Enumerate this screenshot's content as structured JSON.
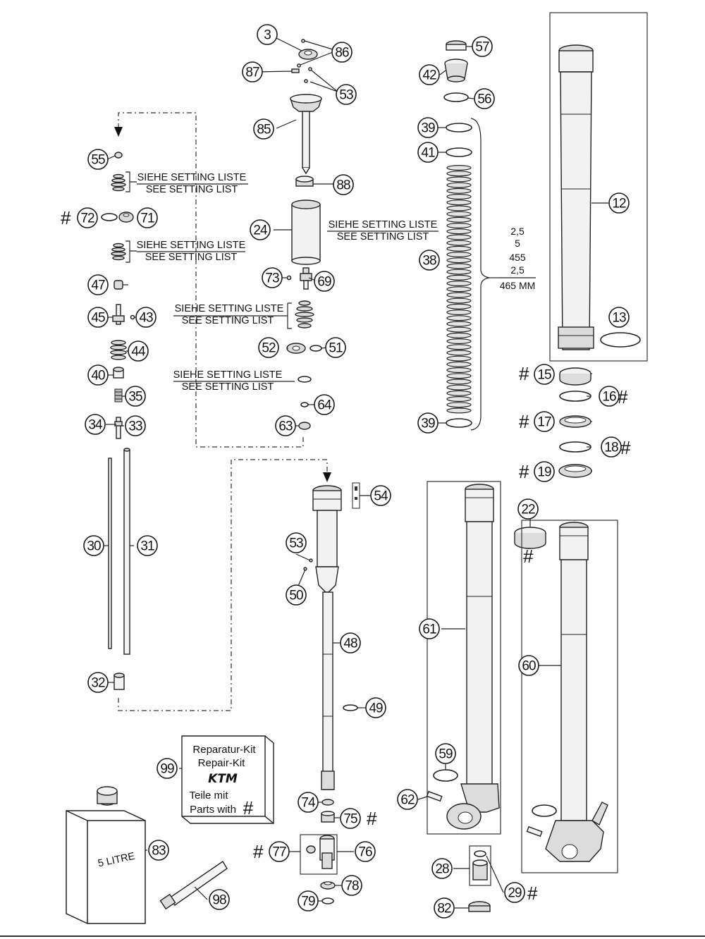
{
  "notes": {
    "setting_de": "SIEHE SETTING LISTE",
    "setting_en": "SEE SETTING LIST"
  },
  "spring_spec": [
    "2,5",
    "5",
    "455",
    "2,5",
    "465 MM"
  ],
  "repair_kit": {
    "line1": "Reparatur-Kit",
    "line2": "Repair-Kit",
    "brand": "KTM",
    "line3": "Teile mit",
    "line4": "Parts with",
    "mark": "#"
  },
  "oil_can_label": "5 LITRE",
  "hash_mark": "#",
  "callouts": [
    "3",
    "86",
    "87",
    "53",
    "85",
    "88",
    "24",
    "73",
    "69",
    "57",
    "42",
    "56",
    "39",
    "41",
    "38",
    "39",
    "12",
    "13",
    "55",
    "72",
    "71",
    "47",
    "45",
    "43",
    "44",
    "40",
    "35",
    "34",
    "33",
    "30",
    "31",
    "32",
    "52",
    "51",
    "64",
    "63",
    "54",
    "53",
    "50",
    "48",
    "49",
    "15",
    "16",
    "17",
    "18",
    "19",
    "22",
    "61",
    "60",
    "59",
    "62",
    "28",
    "29",
    "82",
    "99",
    "83",
    "98",
    "74",
    "75",
    "77",
    "76",
    "78",
    "79"
  ]
}
